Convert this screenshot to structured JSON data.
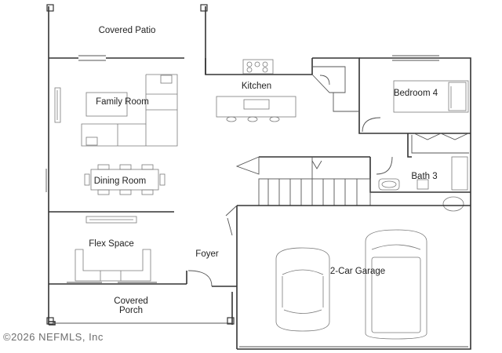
{
  "rooms": {
    "covered_patio": "Covered Patio",
    "kitchen": "Kitchen",
    "family_room": "Family Room",
    "bedroom_4": "Bedroom 4",
    "dining_room": "Dining Room",
    "bath_3": "Bath 3",
    "flex_space": "Flex Space",
    "foyer": "Foyer",
    "garage": "2-Car Garage",
    "covered_porch_line1": "Covered",
    "covered_porch_line2": "Porch"
  },
  "watermark": "©2026 NEFMLS, Inc"
}
